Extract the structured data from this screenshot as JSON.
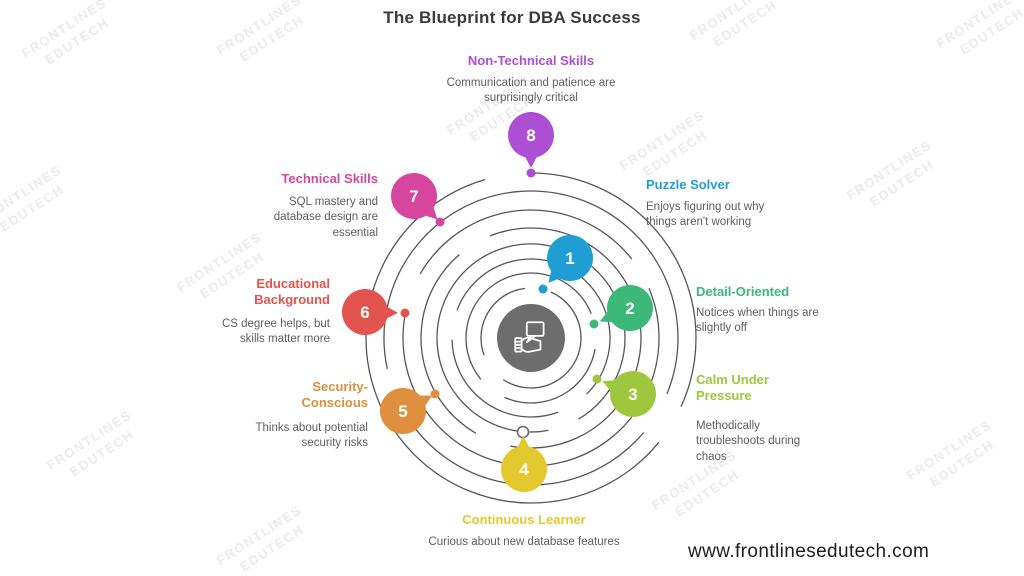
{
  "title": "The Blueprint for DBA Success",
  "website": "www.frontlinesedutech.com",
  "watermark": {
    "line1": "FRONTLINES",
    "line2": "EDUTECH"
  },
  "center": {
    "icon": "hand-holding-message-icon",
    "color": "#6d6d6d"
  },
  "ring_color": "#55565a",
  "items": [
    {
      "number": "1",
      "label": "Puzzle Solver",
      "description": "Enjoys figuring out why things aren't working",
      "color": "#1f9ed3",
      "dot_style": "filled"
    },
    {
      "number": "2",
      "label": "Detail-Oriented",
      "description": "Notices when things are slightly off",
      "color": "#3cb878",
      "dot_style": "filled"
    },
    {
      "number": "3",
      "label": "Calm Under Pressure",
      "description": "Methodically troubleshoots during chaos",
      "color": "#9ec73d",
      "dot_style": "filled"
    },
    {
      "number": "4",
      "label": "Continuous Learner",
      "description": "Curious about new database features",
      "color": "#e4c92e",
      "dot_style": "open"
    },
    {
      "number": "5",
      "label": "Security-Conscious",
      "description": "Thinks about potential security risks",
      "color": "#df8f3d",
      "dot_style": "filled"
    },
    {
      "number": "6",
      "label": "Educational Background",
      "description": "CS degree helps, but skills matter more",
      "color": "#e2544d",
      "dot_style": "filled"
    },
    {
      "number": "7",
      "label": "Technical Skills",
      "description": "SQL mastery and database design are essential",
      "color": "#d6459e",
      "dot_style": "filled"
    },
    {
      "number": "8",
      "label": "Non-Technical Skills",
      "description": "Communication and patience are surprisingly critical",
      "color": "#ad4fd4",
      "dot_style": "filled"
    }
  ]
}
